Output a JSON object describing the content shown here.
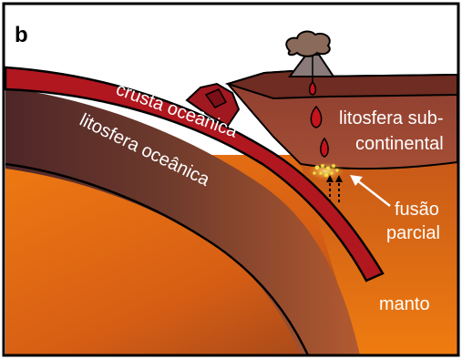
{
  "figure": {
    "panel_letter": "b",
    "labels": {
      "crust": "crusta oceânica",
      "lithosphere": "litosfera oceânica",
      "subcontinental_1": "litosfera sub-",
      "subcontinental_2": "continental",
      "melt_1": "fusão",
      "melt_2": "parcial",
      "mantle": "manto"
    },
    "colors": {
      "frame": "#000000",
      "sky": "#ffffff",
      "crust": "#b0171f",
      "continental_lithosphere": "#9c4a36",
      "mantle_hot": "#e9720e",
      "mantle_dark": "#7a3418",
      "oceanic_lithosphere_dark": "#5a2a28",
      "volcano_plume": "#8a6a5a",
      "melt": "#f4df4a",
      "magma": "#c5141b"
    }
  }
}
